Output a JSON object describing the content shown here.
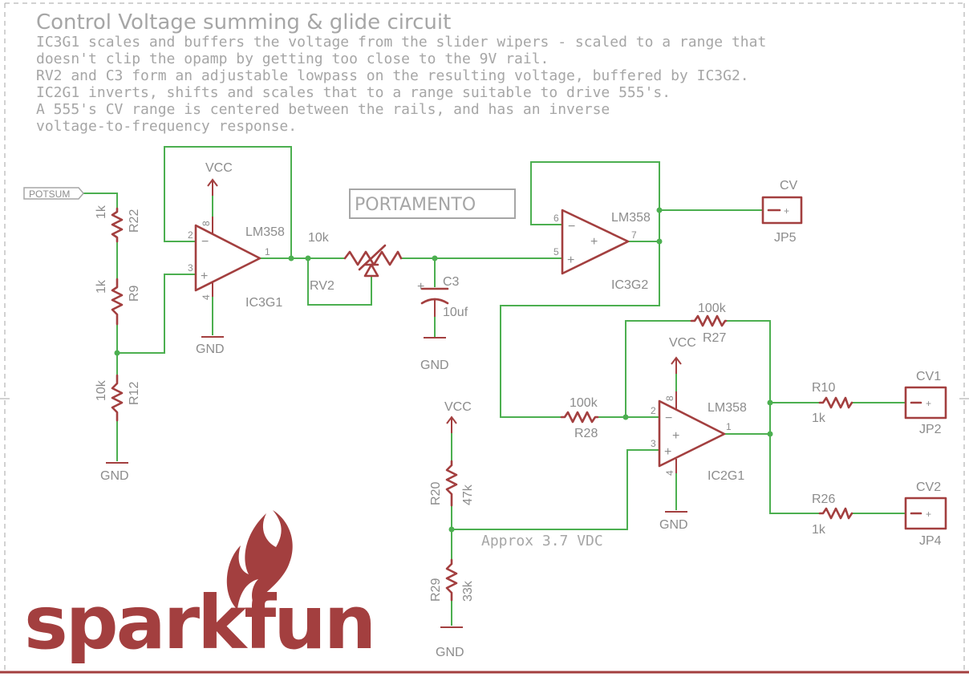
{
  "title": "Control Voltage summing & glide circuit",
  "notes": [
    "IC3G1 scales and buffers the voltage from the slider wipers - scaled to a range that",
    "doesn't clip the opamp by getting too close to the 9V rail.",
    "RV2 and C3 form an adjustable lowpass on the resulting voltage, buffered by IC3G2.",
    "IC2G1 inverts, shifts and scales that to a range suitable to drive 555's.",
    "A 555's CV range is centered between the rails, and has an inverse",
    "voltage-to-frequency response."
  ],
  "input_port": "POTSUM",
  "portamento_label": "PORTAMENTO",
  "approx_label": "Approx 3.7 VDC",
  "logo_text": "sparkfun",
  "power": {
    "vcc": "VCC",
    "gnd": "GND"
  },
  "resistors": {
    "r22": {
      "name": "R22",
      "value": "1k"
    },
    "r9": {
      "name": "R9",
      "value": "1k"
    },
    "r12": {
      "name": "R12",
      "value": "10k"
    },
    "r20": {
      "name": "R20",
      "value": "47k"
    },
    "r29": {
      "name": "R29",
      "value": "33k"
    },
    "r28": {
      "name": "R28",
      "value": "100k"
    },
    "r27": {
      "name": "R27",
      "value": "100k"
    },
    "r10": {
      "name": "R10",
      "value": "1k"
    },
    "r26": {
      "name": "R26",
      "value": "1k"
    }
  },
  "pot": {
    "name": "RV2",
    "value": "10k"
  },
  "cap": {
    "name": "C3",
    "value": "10uf"
  },
  "opamps": {
    "ic3g1": {
      "name": "IC3G1",
      "part": "LM358",
      "pins": {
        "inv": "2",
        "noninv": "3",
        "out": "1",
        "vplus": "8",
        "vminus": "4"
      }
    },
    "ic3g2": {
      "name": "IC3G2",
      "part": "LM358",
      "pins": {
        "inv": "6",
        "noninv": "5",
        "out": "7"
      }
    },
    "ic2g1": {
      "name": "IC2G1",
      "part": "LM358",
      "pins": {
        "inv": "2",
        "noninv": "3",
        "out": "1",
        "vplus": "8",
        "vminus": "4"
      }
    }
  },
  "jacks": {
    "jp5": {
      "name": "JP5",
      "label": "CV"
    },
    "jp2": {
      "name": "JP2",
      "label": "CV1"
    },
    "jp4": {
      "name": "JP4",
      "label": "CV2"
    }
  },
  "symbols": {
    "plus": "+",
    "minus": "−"
  }
}
